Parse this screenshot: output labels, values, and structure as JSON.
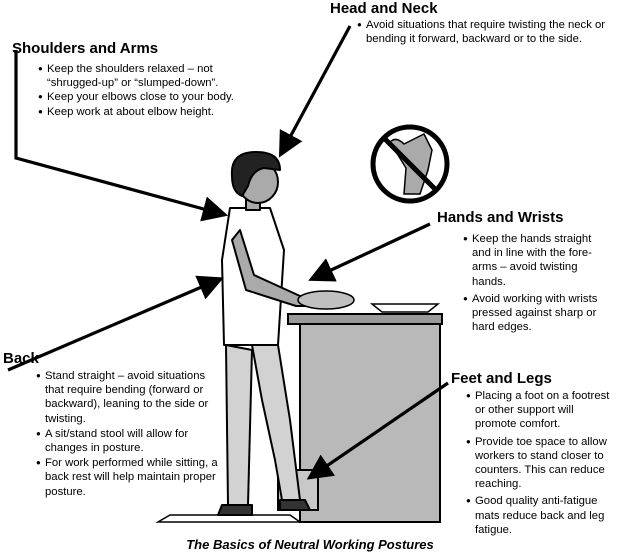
{
  "sections": {
    "head_neck": {
      "title": "Head and Neck",
      "bullets": [
        "Avoid situations that require twisting the neck or bending it forward, backward or to the side."
      ]
    },
    "shoulders_arms": {
      "title": "Shoulders and Arms",
      "bullets": [
        "Keep the shoulders relaxed – not “shrugged-up” or “slumped-down”.",
        "Keep your elbows close to your body.",
        "Keep work at about elbow height."
      ]
    },
    "hands_wrists": {
      "title": "Hands and Wrists",
      "bullets": [
        "Keep the hands straight and in line with the fore-arms – avoid twisting hands.",
        "Avoid working with wrists pressed against sharp or hard edges."
      ]
    },
    "back": {
      "title": "Back",
      "bullets": [
        "Stand straight – avoid situations that require bending (forward or backward), leaning to the side or twisting.",
        "A sit/stand stool will allow for changes in posture.",
        "For work performed while sitting, a back rest will help maintain proper posture."
      ]
    },
    "feet_legs": {
      "title": "Feet and Legs",
      "bullets": [
        "Placing a foot on a footrest or other support will promote comfort.",
        "Provide toe space to allow workers to stand closer to counters. This can reduce reaching.",
        "Good quality anti-fatigue mats reduce back and leg fatigue."
      ]
    }
  },
  "caption": "The Basics of Neutral Working Postures"
}
